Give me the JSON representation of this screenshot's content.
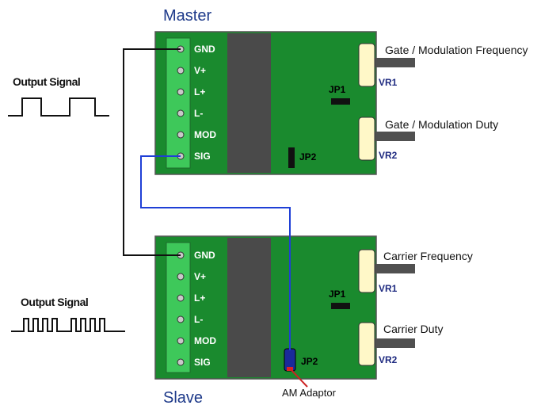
{
  "boards": {
    "master": {
      "title": "Master",
      "pins": [
        "GND",
        "V+",
        "L+",
        "L-",
        "MOD",
        "SIG"
      ],
      "jp1": "JP1",
      "jp2": "JP2",
      "vr1": "VR1",
      "vr2": "VR2",
      "vr1_desc": "Gate / Modulation Frequency",
      "vr2_desc": "Gate / Modulation Duty"
    },
    "slave": {
      "title": "Slave",
      "pins": [
        "GND",
        "V+",
        "L+",
        "L-",
        "MOD",
        "SIG"
      ],
      "jp1": "JP1",
      "jp2": "JP2",
      "vr1": "VR1",
      "vr2": "VR2",
      "vr1_desc": "Carrier Frequency",
      "vr2_desc": "Carrier Duty",
      "adaptor_label": "AM Adaptor"
    }
  },
  "signals": {
    "master_output": "Output Signal",
    "slave_output": "Output Signal"
  },
  "colors": {
    "board": "#1a8a2e",
    "terminal": "#3ec85a",
    "chip": "#4a4a4a",
    "wire_black": "#111111",
    "wire_blue": "#1f3fd6",
    "pot": "#fff8c8",
    "knob": "#505050",
    "adaptor_wire": "#cc2222"
  }
}
